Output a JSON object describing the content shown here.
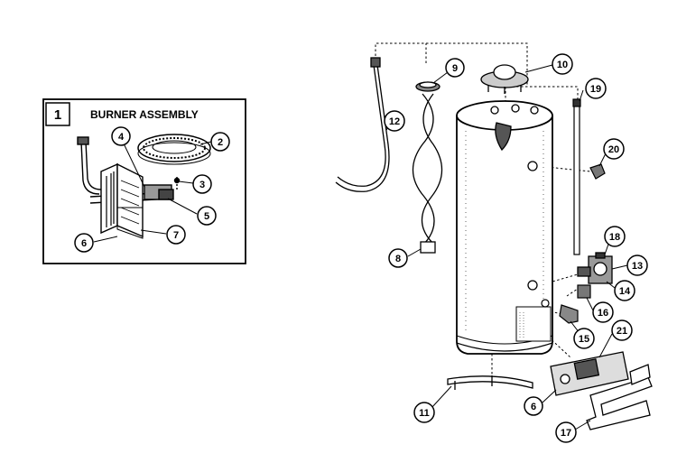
{
  "inset": {
    "number": "1",
    "title": "BURNER ASSEMBLY",
    "callouts": [
      "2",
      "3",
      "4",
      "5",
      "6",
      "7"
    ]
  },
  "main": {
    "callouts": [
      "6",
      "8",
      "9",
      "10",
      "11",
      "12",
      "13",
      "14",
      "15",
      "16",
      "17",
      "18",
      "19",
      "20",
      "21"
    ]
  }
}
